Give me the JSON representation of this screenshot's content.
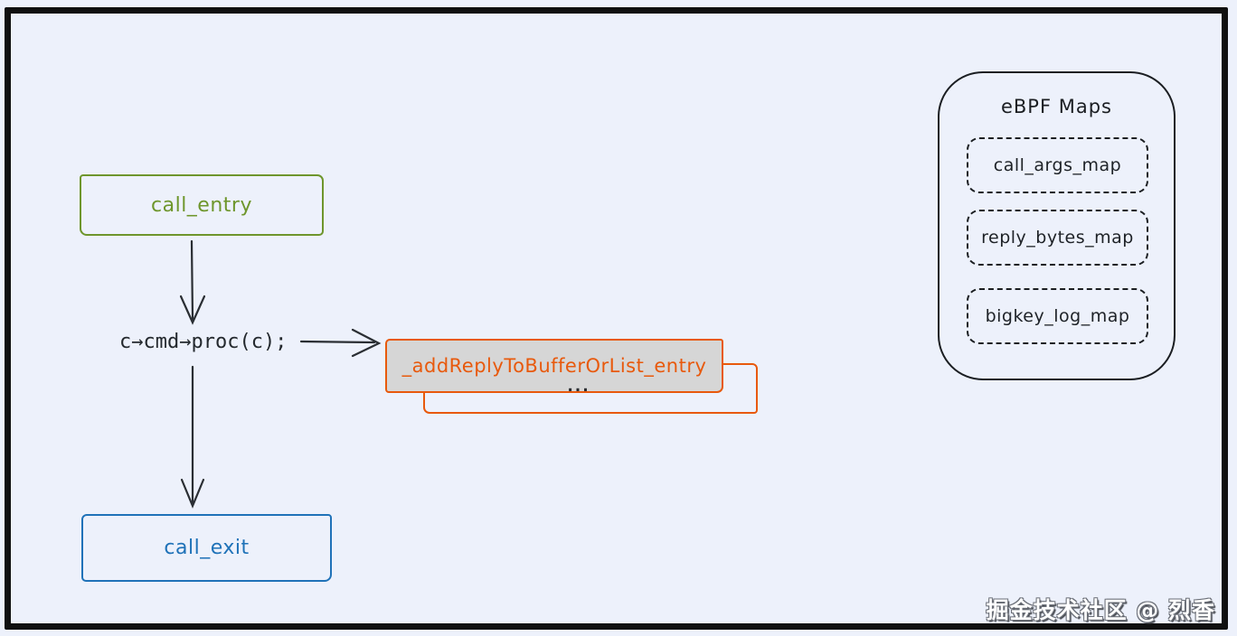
{
  "canvas": {
    "background_color": "#edf1fb",
    "frame_color": "#101010"
  },
  "flow": {
    "call_entry": {
      "label": "call_entry",
      "color": "#6e962c"
    },
    "code_stmt": {
      "label": "c→cmd→proc(c);",
      "color": "#24292e"
    },
    "add_reply_entry": {
      "label": "_addReplyToBufferOrList_entry",
      "color": "#e8590c",
      "fill": "#d6d6d6"
    },
    "stack_ellipsis": "...",
    "call_exit": {
      "label": "call_exit",
      "color": "#1f72b8"
    }
  },
  "maps_panel": {
    "title": "eBPF Maps",
    "items": [
      {
        "label": "call_args_map"
      },
      {
        "label": "reply_bytes_map"
      },
      {
        "label": "bigkey_log_map"
      }
    ]
  },
  "watermark": {
    "text": "掘金技术社区 @ 烈香"
  }
}
